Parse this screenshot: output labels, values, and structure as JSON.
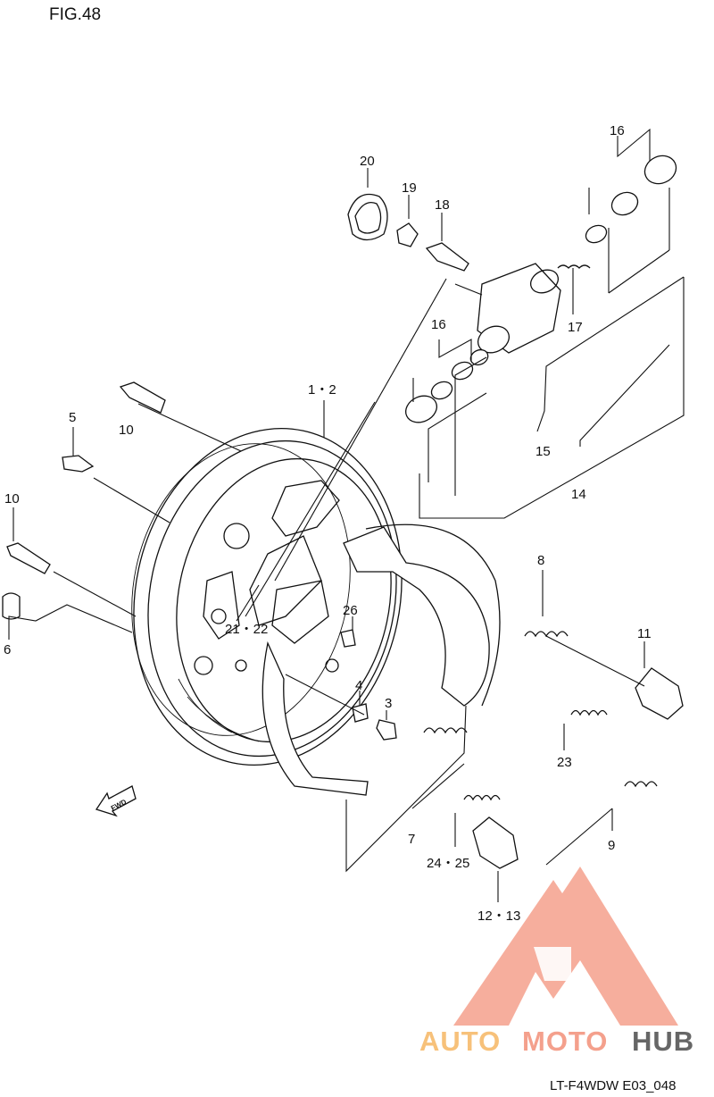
{
  "figure": {
    "title": "FIG.48",
    "code": "LT-F4WDW E03_048",
    "fwd_arrow_text": "FWD"
  },
  "callouts": {
    "p1_2": "1・2",
    "p3": "3",
    "p4": "4",
    "p5": "5",
    "p6": "6",
    "p7": "7",
    "p8": "8",
    "p9": "9",
    "p10a": "10",
    "p10b": "10",
    "p11": "11",
    "p12_13": "12・13",
    "p14": "14",
    "p15": "15",
    "p16a": "16",
    "p16b": "16",
    "p17": "17",
    "p18": "18",
    "p19": "19",
    "p20": "20",
    "p21_22": "21・22",
    "p23": "23",
    "p24_25": "24・25",
    "p26": "26"
  },
  "watermark": {
    "text_auto": "AUTO",
    "text_moto": "MOTO",
    "text_hub": "HUB",
    "color_primary": "#f4a08c",
    "color_secondary": "#f7c17a",
    "color_dark": "#666666"
  }
}
